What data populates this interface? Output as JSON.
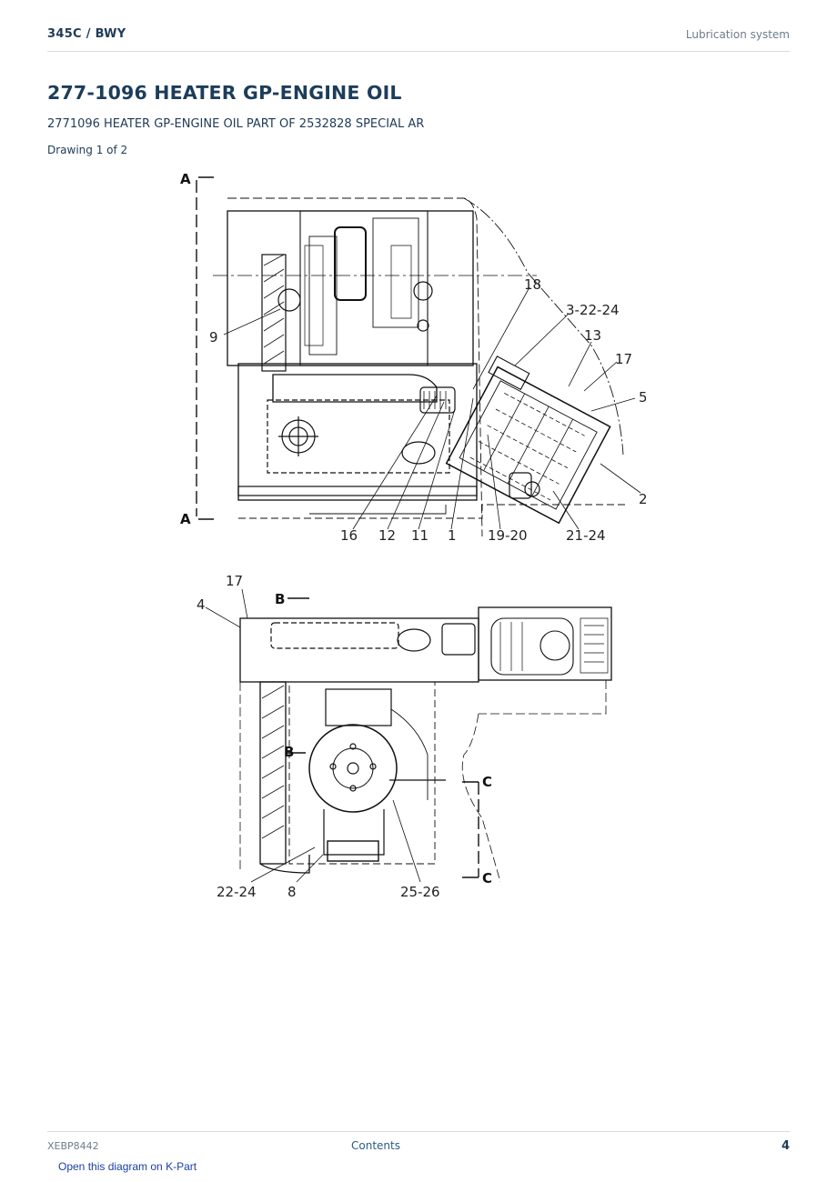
{
  "header": {
    "model": "345C  /  BWY",
    "section": "Lubrication system"
  },
  "title": "277-1096 HEATER GP-ENGINE OIL",
  "subtitle": "2771096 HEATER GP-ENGINE OIL PART OF 2532828 SPECIAL AR",
  "drawing_label": "Drawing 1 of 2",
  "diagram": {
    "top_view": {
      "section_marks": [
        "A",
        "A"
      ],
      "callouts": [
        "9",
        "18",
        "3-22-24",
        "13",
        "17",
        "5",
        "2",
        "16",
        "12",
        "11",
        "1",
        "19-20",
        "21-24"
      ]
    },
    "front_view": {
      "section_marks": [
        "B",
        "B",
        "C",
        "C"
      ],
      "callouts": [
        "17",
        "4",
        "22-24",
        "8",
        "25-26"
      ]
    }
  },
  "footer": {
    "doc_id": "XEBP8442",
    "contents_link": "Contents",
    "page_number": "4"
  },
  "kpart_link": "Open this diagram on K-Part"
}
